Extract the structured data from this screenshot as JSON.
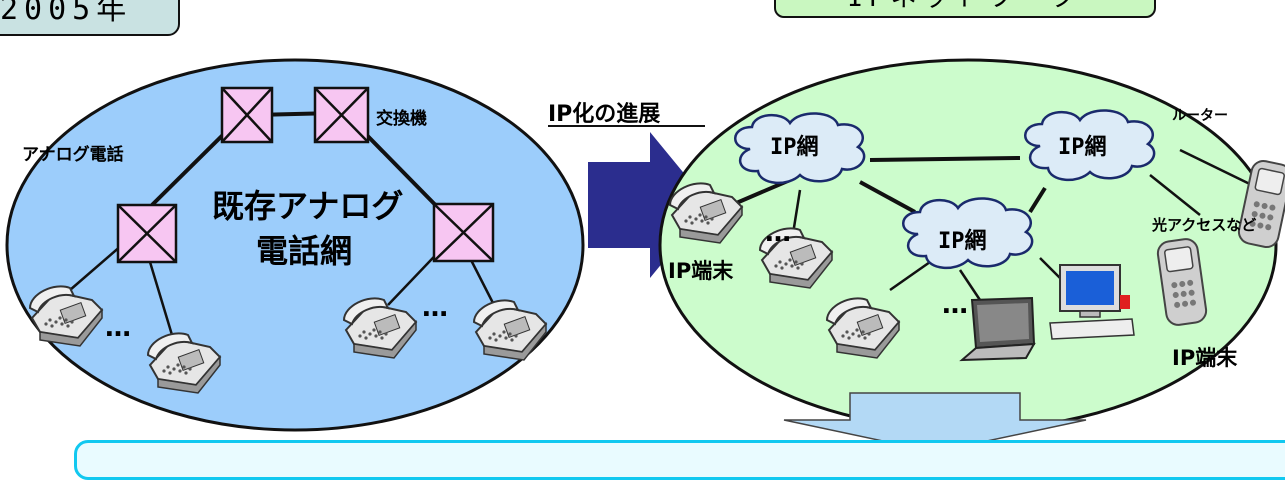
{
  "header": {
    "year": "2005年",
    "network_title": "IPネットワーク"
  },
  "legacy": {
    "exchange_label": "交換機",
    "phone_label": "アナログ電話",
    "title_line1": "既存アナログ",
    "title_line2": "電話網",
    "ellipsis": "…"
  },
  "transition": {
    "label": "IP化の進展"
  },
  "ip": {
    "cloud_label": "IP網",
    "router_label": "ルーター",
    "access_label": "光アクセスなど",
    "terminal_label": "IP端末",
    "ellipsis": "…"
  },
  "colors": {
    "legacy_fill": "#9ccdfb",
    "ip_fill": "#ccfccc",
    "switch_fill": "#f7c6f2",
    "arrow_fill": "#2b2d8e",
    "down_arrow_fill": "#b3d9f5",
    "cloud_fill": "#dcebf7"
  }
}
